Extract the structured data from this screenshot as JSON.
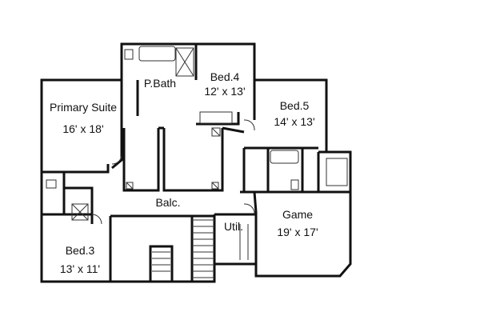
{
  "colors": {
    "wall": "#111111",
    "fixture": "#333333",
    "background": "#ffffff"
  },
  "rooms": {
    "p_bath": {
      "name": "P.Bath"
    },
    "bed4": {
      "name": "Bed.4",
      "size": "12' x 13'"
    },
    "bed5": {
      "name": "Bed.5",
      "size": "14' x 13'"
    },
    "primary_suite": {
      "name": "Primary Suite",
      "size": "16' x 18'"
    },
    "balcony": {
      "name": "Balc."
    },
    "game": {
      "name": "Game",
      "size": "19' x 17'"
    },
    "util": {
      "name": "Util."
    },
    "bed3": {
      "name": "Bed.3",
      "size": "13' x 11'"
    }
  }
}
